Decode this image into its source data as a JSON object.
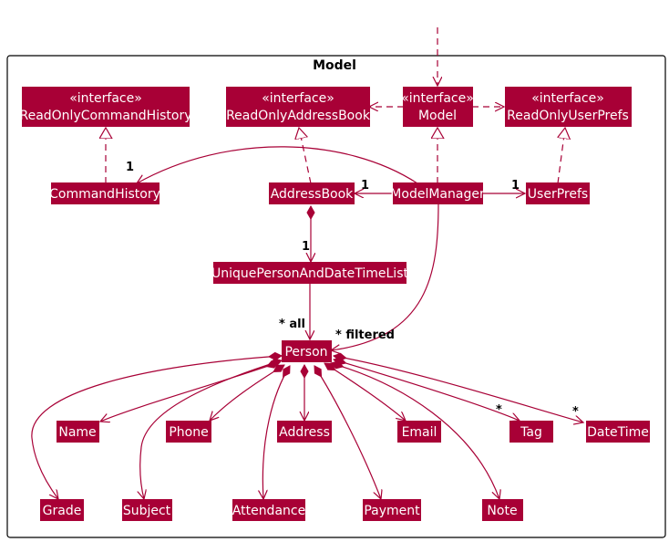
{
  "package": {
    "title": "Model"
  },
  "colors": {
    "class_fill": "#A80036",
    "class_text": "#FFFFFF",
    "edge": "#A80036",
    "frame": "#000000"
  },
  "nodes": {
    "readonly_command_history": {
      "stereotype": "«interface»",
      "name": "ReadOnlyCommandHistory"
    },
    "readonly_address_book": {
      "stereotype": "«interface»",
      "name": "ReadOnlyAddressBook"
    },
    "model": {
      "stereotype": "«interface»",
      "name": "Model"
    },
    "readonly_user_prefs": {
      "stereotype": "«interface»",
      "name": "ReadOnlyUserPrefs"
    },
    "command_history": {
      "name": "CommandHistory"
    },
    "address_book": {
      "name": "AddressBook"
    },
    "model_manager": {
      "name": "ModelManager"
    },
    "user_prefs": {
      "name": "UserPrefs"
    },
    "unique_list": {
      "name": "UniquePersonAndDateTimeList"
    },
    "person": {
      "name": "Person"
    },
    "name": {
      "name": "Name"
    },
    "phone": {
      "name": "Phone"
    },
    "address": {
      "name": "Address"
    },
    "email": {
      "name": "Email"
    },
    "tag": {
      "name": "Tag"
    },
    "datetime": {
      "name": "DateTime"
    },
    "grade": {
      "name": "Grade"
    },
    "subject": {
      "name": "Subject"
    },
    "attendance": {
      "name": "Attendance"
    },
    "payment": {
      "name": "Payment"
    },
    "note": {
      "name": "Note"
    }
  },
  "labels": {
    "mm_to_history": "1",
    "mm_to_addressbook": "1",
    "mm_to_userprefs": "1",
    "ab_to_list": "1",
    "list_to_person": "* all",
    "mm_to_person": "* filtered",
    "person_to_tag": "*",
    "person_to_datetime": "*"
  }
}
